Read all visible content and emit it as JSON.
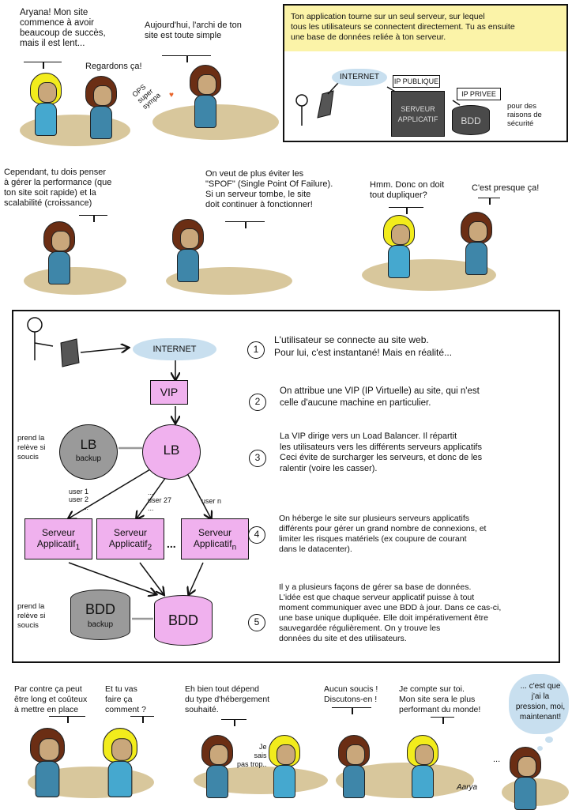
{
  "panel1": {
    "speech1": "Aryana! Mon site\ncommence à avoir\nbeaucoup de succès,\nmais il est lent...",
    "speech2": "Regardons ça!",
    "note": "OPS\nsuper\nsympa",
    "speech3": "Aujourd'hui, l'archi de ton\nsite est toute simple"
  },
  "panel2": {
    "caption": "Ton application tourne sur un seul serveur, sur lequel\ntous les utilisateurs se connectent directement. Tu as ensuite\nune base de données reliée à ton serveur.",
    "internet": "INTERNET",
    "ip_public": "IP PUBLIQUE",
    "server": "SERVEUR\nAPPLICATIF",
    "ip_private": "IP PRIVEE",
    "bdd": "BDD",
    "note": "pour des\nraisons de\nsécurité"
  },
  "row2": {
    "speech1": "Cependant, tu dois penser\nà gérer la performance (que\nton site soit rapide) et la\nscalabilité (croissance)",
    "speech2": "On veut de plus éviter les\n\"SPOF\" (Single Point Of Failure).\nSi un serveur tombe, le site\ndoit continuer à fonctionner!",
    "speech3": "Hmm. Donc on doit\ntout dupliquer?",
    "speech4": "C'est presque ça!"
  },
  "diagram": {
    "internet": "INTERNET",
    "vip": "VIP",
    "lb": "LB",
    "lb_backup": "LB",
    "backup_sub": "backup",
    "relief_note": "prend la\nrelève si\nsoucis",
    "user_1": "user 1\nuser 2\n...",
    "user_27": "...\nuser 27\n...",
    "user_n": "user n",
    "servers": [
      {
        "name": "Serveur\nApplicatif",
        "sub": "1"
      },
      {
        "name": "Serveur\nApplicatif",
        "sub": "2"
      },
      {
        "name": "Serveur\nApplicatif",
        "sub": "n"
      }
    ],
    "ellipsis": "...",
    "bdd": "BDD",
    "bdd_backup": "BDD",
    "steps": [
      {
        "n": "1",
        "text": "L'utilisateur se connecte au site web.\nPour lui, c'est instantané! Mais en réalité..."
      },
      {
        "n": "2",
        "text": "On attribue une VIP (IP Virtuelle) au site, qui n'est\ncelle d'aucune machine en particulier."
      },
      {
        "n": "3",
        "text": "La VIP dirige vers un Load Balancer. Il répartit\nles utilisateurs vers les différents serveurs applicatifs\nCeci évite de surcharger les serveurs, et donc de les\nralentir (voire les casser)."
      },
      {
        "n": "4",
        "text": "On héberge le site sur plusieurs serveurs applicatifs\ndifférents pour gérer un grand nombre de connexions, et\nlimiter les risques matériels (ex coupure de courant\ndans le datacenter)."
      },
      {
        "n": "5",
        "text": "Il y a plusieurs façons de gérer sa base de données.\nL'idée est que chaque serveur applicatif puisse à tout\nmoment communiquer avec une BDD à jour. Dans ce cas-ci,\nune base unique dupliquée. Elle doit impérativement être\nsauvegardée régulièrement. On y trouve les\ndonnées du site et des utilisateurs."
      }
    ]
  },
  "row4": {
    "speech1": "Par contre ça peut\nêtre long et coûteux\nà mettre en place",
    "speech2": "Et tu vas\nfaire ça\ncomment ?",
    "speech3": "Eh bien tout dépend\ndu type d'hébergement\nsouhaité.",
    "whisper": "Je\nsais\npas trop..",
    "speech4": "Aucun soucis !\nDiscutons-en !",
    "speech5": "Je compte sur toi.\nMon site sera le plus\nperformant du monde!",
    "dots": "...",
    "thought": "... c'est que\nj'ai la\npression, moi,\nmaintenant!",
    "signature": "Aarya"
  },
  "colors": {
    "pink": "#f0b1ee",
    "yellow": "#fbf3a8",
    "ground": "#d8c79c",
    "cloud": "#c8dfef"
  }
}
